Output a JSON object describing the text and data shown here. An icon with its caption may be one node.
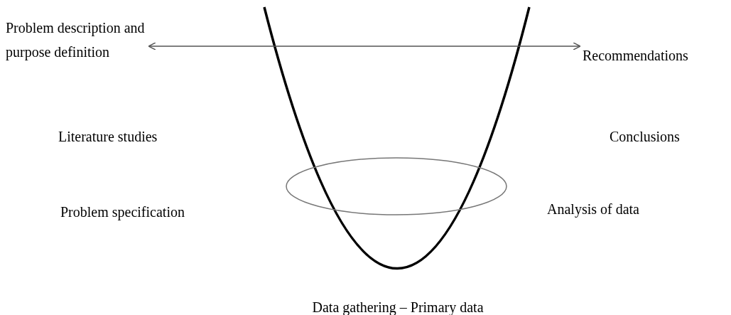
{
  "diagram": {
    "nodes": [
      {
        "text": [
          "Problem description and purpose definition"
        ]
      },
      {
        "text": [
          "Recommendations"
        ]
      },
      {
        "text": [],
        "shape": "ellipse"
      }
    ],
    "edges": [
      {
        "from": 0,
        "to": 1,
        "arrow": "both"
      }
    ],
    "labels": [
      "Literature studies",
      "Conclusions",
      "Problem specification",
      "Analysis of data",
      "Data gathering – Primary data"
    ]
  }
}
